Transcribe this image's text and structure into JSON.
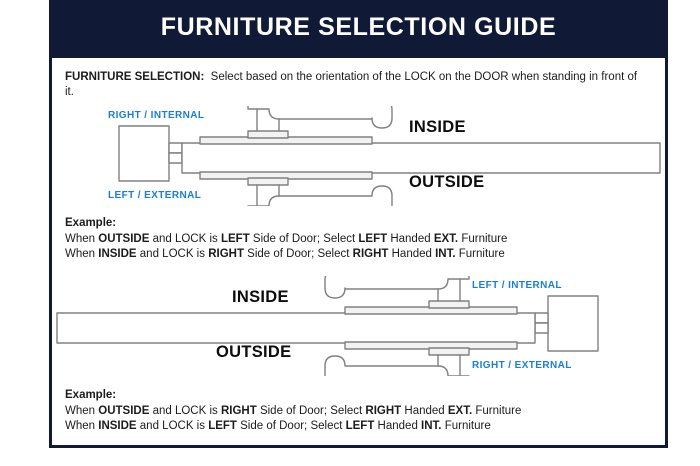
{
  "header": {
    "title": "FURNITURE SELECTION GUIDE",
    "background_color": "#101936",
    "text_color": "#ffffff"
  },
  "colors": {
    "navy": "#101936",
    "blue_label": "#1a7fd4",
    "black_text": "#0d0d0d",
    "line_gray": "#808080",
    "page_background": "#ffffff"
  },
  "intro": {
    "lead": "FURNITURE SELECTION:",
    "body": "Select based on the orientation of the LOCK on the DOOR when standing in front of it."
  },
  "diagram_1": {
    "name": "lock-on-left-diagram",
    "label_top_left": "RIGHT / INTERNAL",
    "label_bottom_left": "LEFT / EXTERNAL",
    "label_inside": "INSIDE",
    "label_outside": "OUTSIDE",
    "lock_side": "left",
    "handle_direction": "right"
  },
  "diagram_2": {
    "name": "lock-on-right-diagram",
    "label_top_right": "LEFT / INTERNAL",
    "label_bottom_right": "RIGHT / EXTERNAL",
    "label_inside": "INSIDE",
    "label_outside": "OUTSIDE",
    "lock_side": "right",
    "handle_direction": "left"
  },
  "example_1": {
    "heading": "Example:",
    "lines": [
      {
        "p1": "When ",
        "b1": "OUTSIDE",
        "p2": " and LOCK is ",
        "b2": "LEFT",
        "p3": " Side of Door;   Select ",
        "b3": "LEFT",
        "p4": " Handed ",
        "b4": "EXT.",
        "p5": " Furniture"
      },
      {
        "p1": "When ",
        "b1": "INSIDE",
        "p2": " and LOCK is ",
        "b2": "RIGHT",
        "p3": " Side of Door;  Select ",
        "b3": "RIGHT",
        "p4": " Handed ",
        "b4": "INT.",
        "p5": " Furniture"
      }
    ]
  },
  "example_2": {
    "heading": "Example:",
    "lines": [
      {
        "p1": "When ",
        "b1": "OUTSIDE",
        "p2": " and LOCK is ",
        "b2": "RIGHT",
        "p3": " Side of Door;   Select ",
        "b3": "RIGHT",
        "p4": " Handed ",
        "b4": "EXT.",
        "p5": " Furniture"
      },
      {
        "p1": "When ",
        "b1": "INSIDE",
        "p2": " and LOCK is ",
        "b2": "LEFT",
        "p3": " Side of Door;  Select ",
        "b3": "LEFT",
        "p4": " Handed ",
        "b4": "INT.",
        "p5": " Furniture"
      }
    ]
  }
}
